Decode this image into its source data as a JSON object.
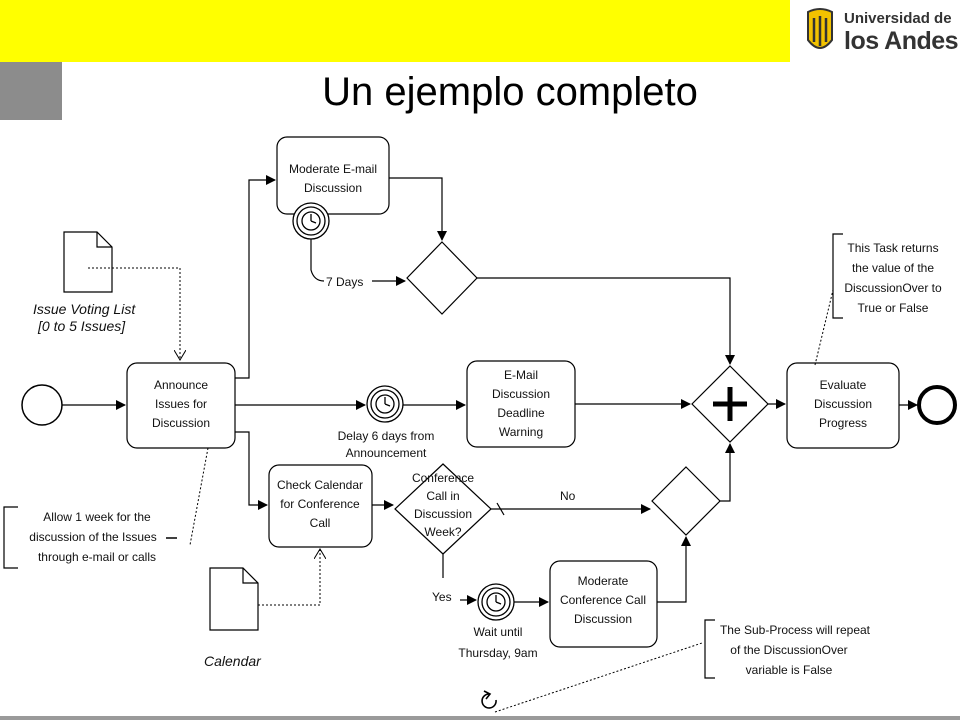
{
  "header": {
    "title": "Un ejemplo completo",
    "logo_line1": "Universidad de",
    "logo_line2": "los Andes"
  },
  "colors": {
    "banner": "#ffff00",
    "square": "#8c8c8c"
  },
  "tasks": {
    "moderate_email": [
      "Moderate E-mail",
      "Discussion"
    ],
    "announce": [
      "Announce",
      "Issues for",
      "Discussion"
    ],
    "email_warning": [
      "E-Mail",
      "Discussion",
      "Deadline",
      "Warning"
    ],
    "evaluate": [
      "Evaluate",
      "Discussion",
      "Progress"
    ],
    "check_calendar": [
      "Check Calendar",
      "for Conference",
      "Call"
    ],
    "moderate_conf": [
      "Moderate",
      "Conference Call",
      "Discussion"
    ]
  },
  "gateways": {
    "conference": [
      "Conference",
      "Call in",
      "Discussion",
      "Week?"
    ]
  },
  "flow_labels": {
    "seven_days": "7 Days",
    "no": "No",
    "yes": "Yes"
  },
  "timers": {
    "delay": [
      "Delay 6 days from",
      "Announcement"
    ],
    "wait": [
      "Wait until",
      "Thursday, 9am"
    ]
  },
  "data_objects": {
    "issue_list": [
      "Issue Voting  List",
      "[0 to 5 Issues]"
    ],
    "calendar": "Calendar"
  },
  "annotations": {
    "task_returns": [
      "This Task returns",
      "the value of the",
      "DiscussionOver to",
      "True or False"
    ],
    "allow_week": [
      "Allow 1 week for the",
      "discussion of the Issues",
      "through e-mail or calls"
    ],
    "subprocess": [
      "The Sub-Process will repeat",
      "of the DiscussionOver",
      "variable is False"
    ]
  }
}
